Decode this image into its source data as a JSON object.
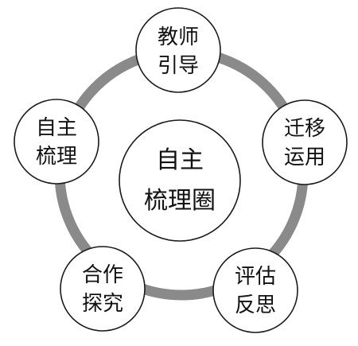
{
  "diagram": {
    "center": {
      "line1": "自主",
      "line2": "梳理圈"
    },
    "nodes": [
      {
        "id": "teacher-guide",
        "line1": "教师",
        "line2": "引导"
      },
      {
        "id": "transfer-apply",
        "line1": "迁移",
        "line2": "运用"
      },
      {
        "id": "evaluate-reflect",
        "line1": "评估",
        "line2": "反思"
      },
      {
        "id": "cooperate-explore",
        "line1": "合作",
        "line2": "探究"
      },
      {
        "id": "self-sort",
        "line1": "自主",
        "line2": "梳理"
      }
    ],
    "colors": {
      "ring": "#8a8a8a",
      "node_fill": "#ffffff",
      "node_stroke": "#1a1a1a",
      "text": "#111111"
    }
  }
}
